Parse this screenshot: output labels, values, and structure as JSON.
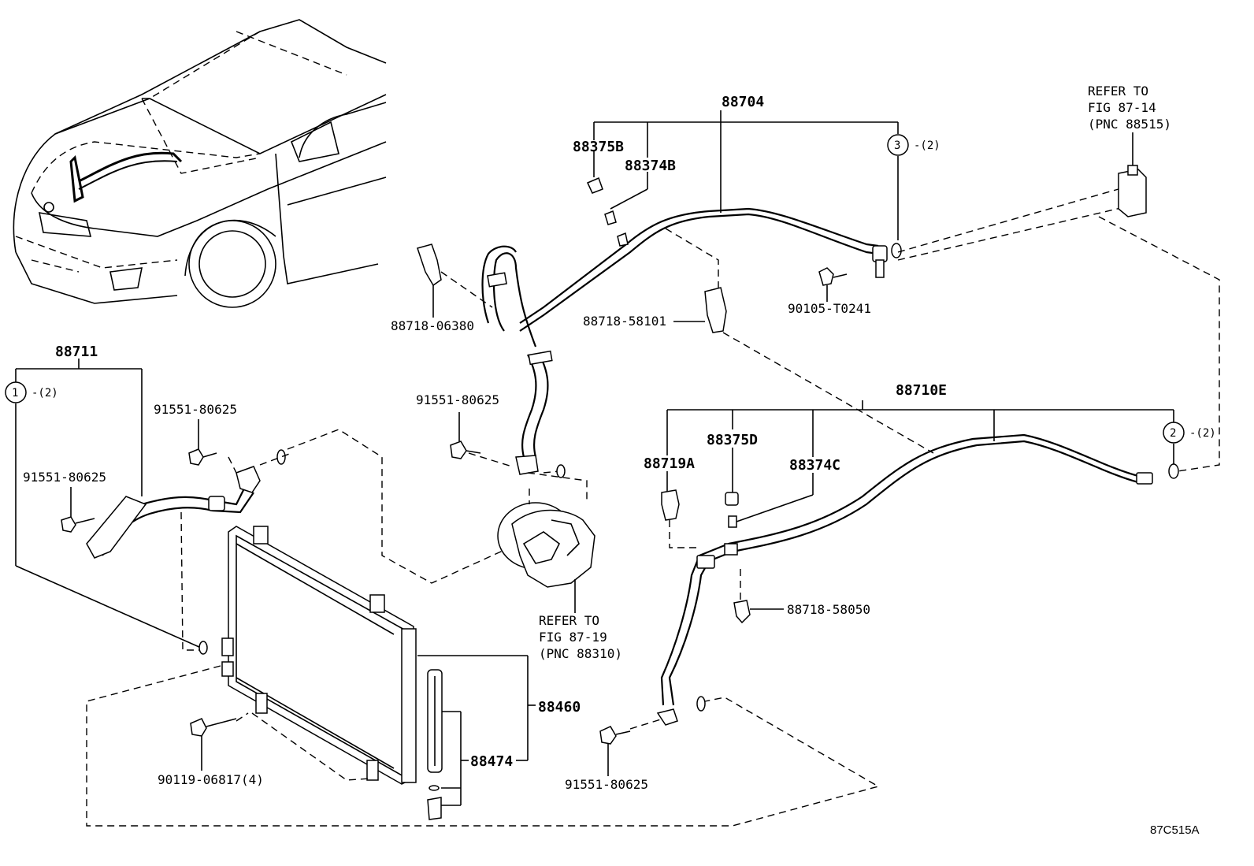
{
  "labels": {
    "p88704": "88704",
    "p88375B": "88375B",
    "p88374B": "88374B",
    "ref3": "3",
    "ref3_qty": "-(2)",
    "refer_top_1": "REFER TO",
    "refer_top_2": "FIG 87-14",
    "refer_top_3": "(PNC 88515)",
    "p88718_06380": "88718-06380",
    "p88718_58101": "88718-58101",
    "p90105_T0241": "90105-T0241",
    "p88711": "88711",
    "ref1": "1",
    "ref1_qty": "-(2)",
    "p91551_80625_a": "91551-80625",
    "p91551_80625_b": "91551-80625",
    "p91551_80625_c": "91551-80625",
    "p91551_80625_d": "91551-80625",
    "p88710E": "88710E",
    "p88375D": "88375D",
    "p88719A": "88719A",
    "p88374C": "88374C",
    "ref2": "2",
    "ref2_qty": "-(2)",
    "refer_mid_1": "REFER TO",
    "refer_mid_2": "FIG 87-19",
    "refer_mid_3": "(PNC 88310)",
    "p88718_58050": "88718-58050",
    "p88460": "88460",
    "p88474": "88474",
    "p90119_06817": "90119-06817(4)",
    "diagram_code": "87C515A"
  }
}
